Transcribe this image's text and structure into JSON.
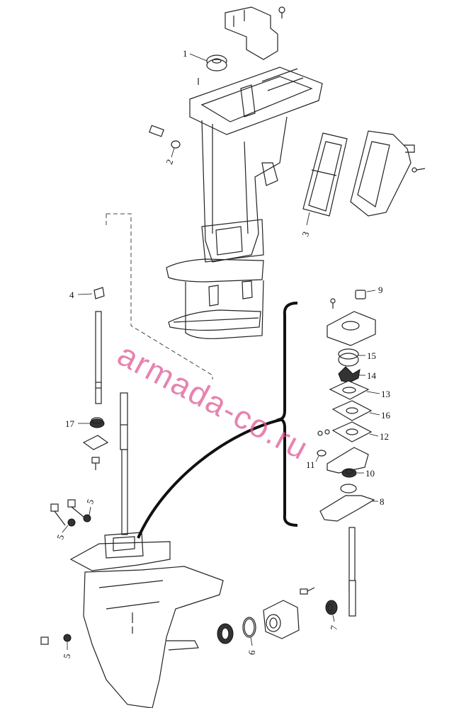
{
  "diagram": {
    "watermark": "armada-co.ru",
    "callouts": [
      {
        "id": "c1",
        "text": "1"
      },
      {
        "id": "c2",
        "text": "2"
      },
      {
        "id": "c3",
        "text": "3"
      },
      {
        "id": "c4",
        "text": "4"
      },
      {
        "id": "c5a",
        "text": "5"
      },
      {
        "id": "c5b",
        "text": "5"
      },
      {
        "id": "c5c",
        "text": "5"
      },
      {
        "id": "c6",
        "text": "6"
      },
      {
        "id": "c7",
        "text": "7"
      },
      {
        "id": "c8",
        "text": "8"
      },
      {
        "id": "c9",
        "text": "9"
      },
      {
        "id": "c10",
        "text": "10"
      },
      {
        "id": "c11",
        "text": "11"
      },
      {
        "id": "c12",
        "text": "12"
      },
      {
        "id": "c13",
        "text": "13"
      },
      {
        "id": "c14",
        "text": "14"
      },
      {
        "id": "c15",
        "text": "15"
      },
      {
        "id": "c16",
        "text": "16"
      },
      {
        "id": "c17",
        "text": "17"
      }
    ]
  }
}
